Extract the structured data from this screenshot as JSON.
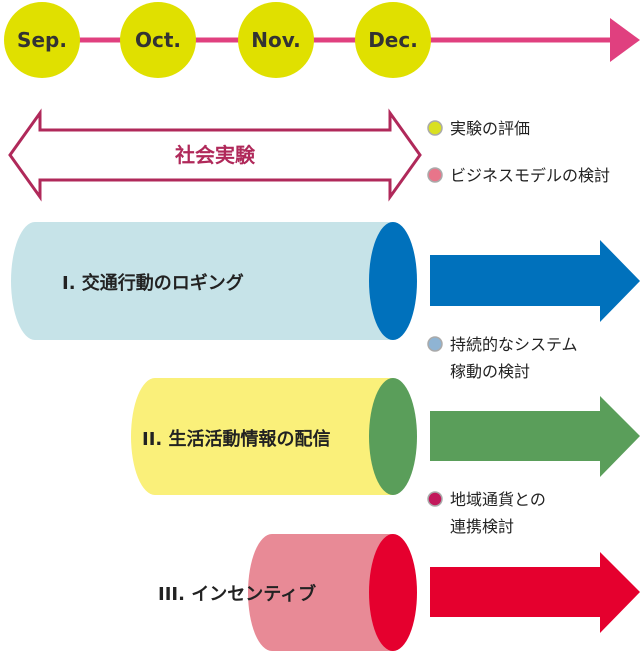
{
  "timeline": {
    "months": [
      "Sep.",
      "Oct.",
      "Nov.",
      "Dec."
    ]
  },
  "experiment": {
    "label": "社会実験"
  },
  "legend": [
    {
      "lines": [
        "実験の評価"
      ],
      "color": "#d9e021"
    },
    {
      "lines": [
        "ビジネスモデルの検討"
      ],
      "color": "#e8758a"
    },
    {
      "lines": [
        "持続的なシステム",
        "稼動の検討"
      ],
      "color": "#8fb4d3"
    },
    {
      "lines": [
        "地域通貨との",
        "連携検討"
      ],
      "color": "#c2185b"
    }
  ],
  "phases": [
    {
      "label": "I. 交通行動のロギング",
      "body_color": "#c6e3e8",
      "end_color": "#0071bc",
      "arrow_color": "#0071bc"
    },
    {
      "label": "II. 生活活動情報の配信",
      "body_color": "#faf07a",
      "end_color": "#5a9e5a",
      "arrow_color": "#5a9e5a"
    },
    {
      "label": "III. インセンティブ",
      "body_color": "#e88a96",
      "end_color": "#e5002e",
      "arrow_color": "#e5002e"
    }
  ],
  "colors": {
    "timeline_line": "#e0407f",
    "month_circle": "#e0e000",
    "experiment_arrow": "#b0295a"
  }
}
